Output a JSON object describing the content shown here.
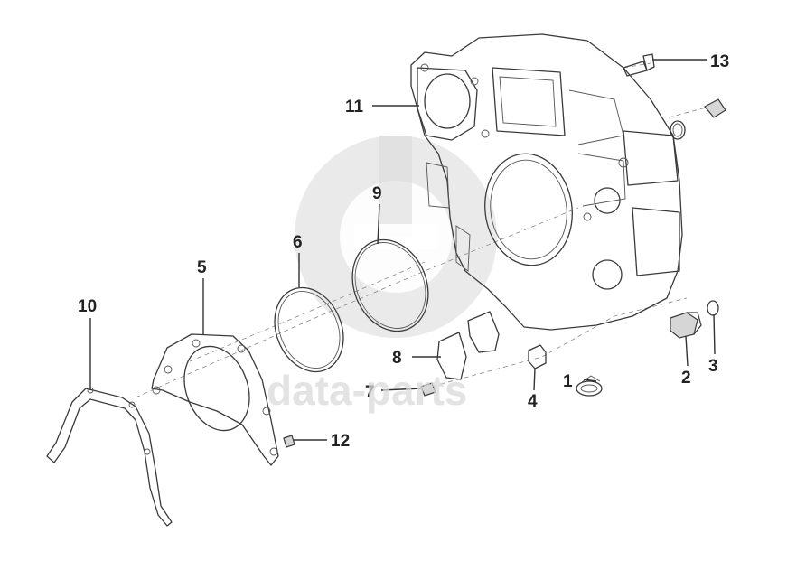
{
  "watermark": {
    "text": "data-parts",
    "color": "#d9d9d9"
  },
  "callouts": [
    {
      "id": "1",
      "label": "1"
    },
    {
      "id": "2",
      "label": "2"
    },
    {
      "id": "3",
      "label": "3"
    },
    {
      "id": "4",
      "label": "4"
    },
    {
      "id": "5",
      "label": "5"
    },
    {
      "id": "6",
      "label": "6"
    },
    {
      "id": "7",
      "label": "7"
    },
    {
      "id": "8",
      "label": "8"
    },
    {
      "id": "9",
      "label": "9"
    },
    {
      "id": "10",
      "label": "10"
    },
    {
      "id": "11",
      "label": "11"
    },
    {
      "id": "12",
      "label": "12"
    },
    {
      "id": "13",
      "label": "13"
    }
  ],
  "colors": {
    "line": "#3a3a3a",
    "text": "#222222",
    "watermark": "#d9d9d9"
  }
}
